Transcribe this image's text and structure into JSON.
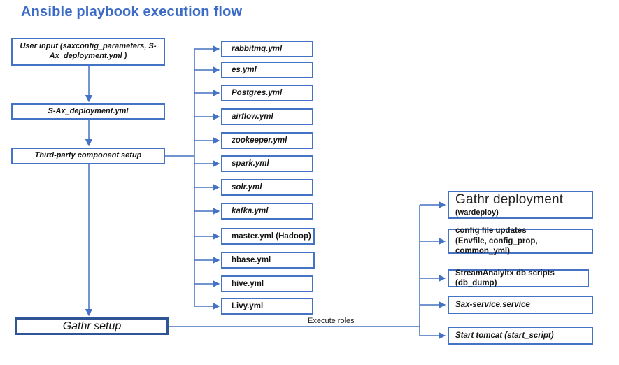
{
  "title": "Ansible playbook execution flow",
  "edge_label": "Execute roles",
  "colors": {
    "accent": "#4472C4",
    "accent_dark": "#2F5597",
    "title_color": "#3B6BC6",
    "text": "#1A1A1A"
  },
  "left_flow": [
    {
      "label": "User input (saxconfig_parameters, S-Ax_deployment.yml )"
    },
    {
      "label": "S-Ax_deployment.yml"
    },
    {
      "label": "Third-party component setup"
    },
    {
      "label": "Gathr setup"
    }
  ],
  "playbooks": [
    {
      "label": "rabbitmq.yml"
    },
    {
      "label": "es.yml"
    },
    {
      "label": "Postgres.yml"
    },
    {
      "label": "airflow.yml"
    },
    {
      "label": "zookeeper.yml"
    },
    {
      "label": "spark.yml"
    },
    {
      "label": "solr.yml"
    },
    {
      "label": "kafka.yml"
    },
    {
      "label": "master.yml (Hadoop)"
    },
    {
      "label": "hbase.yml"
    },
    {
      "label": "hive.yml"
    },
    {
      "label": "Livy.yml"
    }
  ],
  "roles": [
    {
      "title": "Gathr deployment",
      "subtitle": "(wardeploy)"
    },
    {
      "title": "config file updates",
      "subtitle": "(Envfile, config_prop, common_yml)"
    },
    {
      "title": "StreamAnalyitx db scripts (db_dump)"
    },
    {
      "title": "Sax-service.service"
    },
    {
      "title": "Start tomcat (start_script)"
    }
  ]
}
